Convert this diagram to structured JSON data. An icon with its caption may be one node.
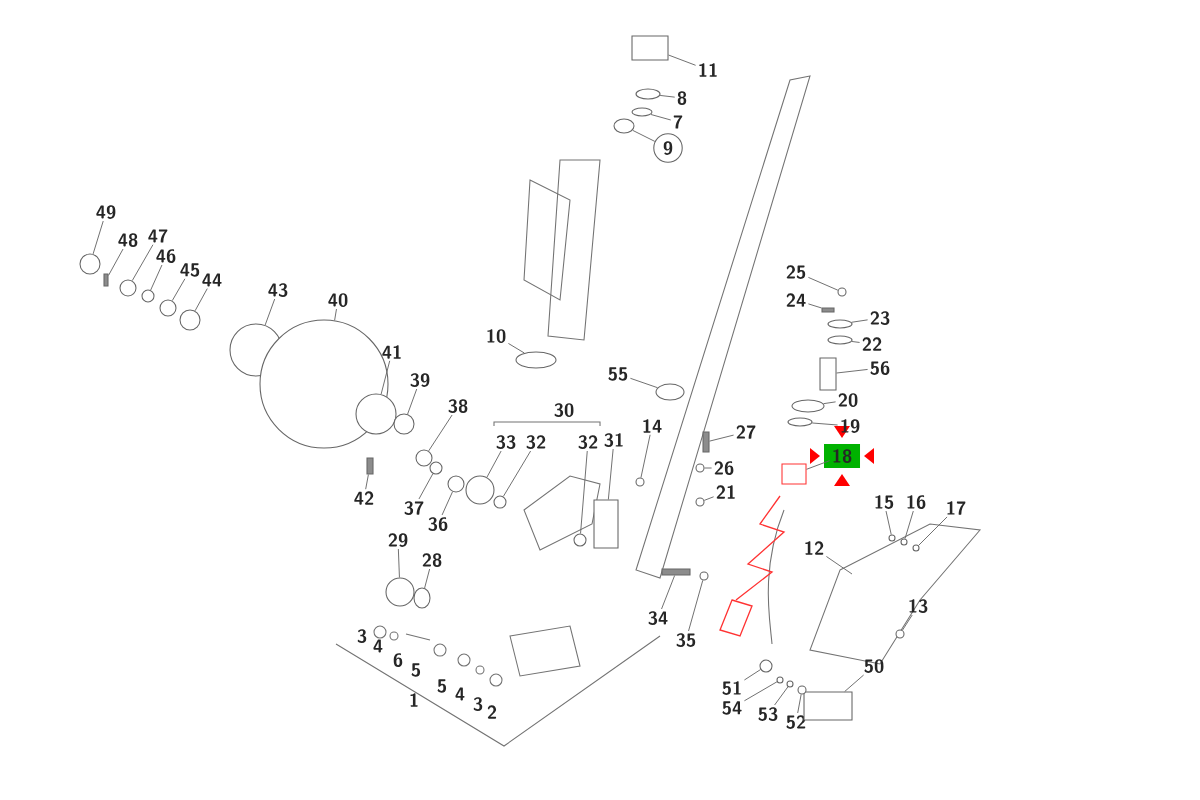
{
  "diagram": {
    "nodes": [
      {
        "text": [
          "11"
        ]
      },
      {
        "text": [
          "8"
        ]
      },
      {
        "text": [
          "7"
        ]
      },
      {
        "text": [
          "9"
        ]
      },
      {
        "text": [
          "49"
        ]
      },
      {
        "text": [
          "48"
        ]
      },
      {
        "text": [
          "47"
        ]
      },
      {
        "text": [
          "46"
        ]
      },
      {
        "text": [
          "45"
        ]
      },
      {
        "text": [
          "44"
        ]
      },
      {
        "text": [
          "43"
        ]
      },
      {
        "text": [
          "40"
        ]
      },
      {
        "text": [
          "10"
        ]
      },
      {
        "text": [
          "41"
        ]
      },
      {
        "text": [
          "39"
        ]
      },
      {
        "text": [
          "25"
        ]
      },
      {
        "text": [
          "24"
        ]
      },
      {
        "text": [
          "23"
        ]
      },
      {
        "text": [
          "22"
        ]
      },
      {
        "text": [
          "56"
        ]
      },
      {
        "text": [
          "55"
        ]
      },
      {
        "text": [
          "20"
        ]
      },
      {
        "text": [
          "38"
        ]
      },
      {
        "text": [
          "19"
        ]
      },
      {
        "text": [
          "27"
        ]
      },
      {
        "text": [
          "14"
        ]
      },
      {
        "text": [
          "33"
        ]
      },
      {
        "text": [
          "32"
        ]
      },
      {
        "text": [
          "32"
        ]
      },
      {
        "text": [
          "31"
        ]
      },
      {
        "text": [
          "18"
        ]
      },
      {
        "text": [
          "26"
        ]
      },
      {
        "text": [
          "21"
        ]
      },
      {
        "text": [
          "42"
        ]
      },
      {
        "text": [
          "37"
        ]
      },
      {
        "text": [
          "36"
        ]
      },
      {
        "text": [
          "29"
        ]
      },
      {
        "text": [
          "28"
        ]
      },
      {
        "text": [
          "15"
        ]
      },
      {
        "text": [
          "16"
        ]
      },
      {
        "text": [
          "17"
        ]
      },
      {
        "text": [
          "12"
        ]
      },
      {
        "text": [
          "13"
        ]
      },
      {
        "text": [
          "34"
        ]
      },
      {
        "text": [
          "35"
        ]
      },
      {
        "text": [
          "50"
        ]
      },
      {
        "text": [
          "51"
        ]
      },
      {
        "text": [
          "54"
        ]
      },
      {
        "text": [
          "53"
        ]
      },
      {
        "text": [
          "52"
        ]
      },
      {
        "text": [],
        "shape": "box"
      },
      {
        "text": [],
        "shape": "circle"
      },
      {
        "text": [],
        "shape": "circle"
      },
      {
        "text": [],
        "shape": "circle"
      },
      {
        "text": [],
        "shape": "circle"
      },
      {
        "text": [],
        "shape": "bar"
      },
      {
        "text": [],
        "shape": "circle"
      },
      {
        "text": [],
        "shape": "circle"
      },
      {
        "text": [],
        "shape": "circle"
      },
      {
        "text": [],
        "shape": "circle"
      },
      {
        "text": [],
        "shape": "circle"
      },
      {
        "text": [],
        "shape": "circle"
      },
      {
        "text": [],
        "shape": "circle"
      },
      {
        "text": [],
        "shape": "circle"
      },
      {
        "text": [],
        "shape": "circle"
      },
      {
        "text": [],
        "shape": "circle"
      },
      {
        "text": [],
        "shape": "bar"
      },
      {
        "text": [],
        "shape": "circle"
      },
      {
        "text": [],
        "shape": "circle"
      },
      {
        "text": [],
        "shape": "box"
      },
      {
        "text": [],
        "shape": "circle"
      },
      {
        "text": [],
        "shape": "circle"
      },
      {
        "text": [],
        "shape": "circle"
      },
      {
        "text": [],
        "shape": "circle"
      },
      {
        "text": [],
        "shape": "bar"
      },
      {
        "text": [],
        "shape": "circle"
      },
      {
        "text": [],
        "shape": "circle"
      },
      {
        "text": [],
        "shape": "circle"
      },
      {
        "text": [],
        "shape": "circle"
      },
      {
        "text": [],
        "shape": "box"
      },
      {
        "text": [],
        "shape": "box"
      },
      {
        "text": [],
        "shape": "circle"
      },
      {
        "text": [],
        "shape": "circle"
      },
      {
        "text": [],
        "shape": "bar"
      },
      {
        "text": [],
        "shape": "circle"
      },
      {
        "text": [],
        "shape": "circle"
      },
      {
        "text": [],
        "shape": "circle"
      },
      {
        "text": [],
        "shape": "circle"
      },
      {
        "text": [],
        "shape": "circle"
      },
      {
        "text": [],
        "shape": "circle"
      },
      {
        "text": [],
        "shape": "circle"
      },
      {
        "text": [],
        "shape": "circle"
      },
      {
        "text": [],
        "shape": "bar"
      },
      {
        "text": [],
        "shape": "circle"
      },
      {
        "text": [],
        "shape": "box"
      },
      {
        "text": [],
        "shape": "circle"
      },
      {
        "text": [],
        "shape": "circle"
      },
      {
        "text": [],
        "shape": "circle"
      },
      {
        "text": [],
        "shape": "circle"
      }
    ],
    "edges": [
      {
        "from": 0,
        "to": 50,
        "arrow": "none"
      },
      {
        "from": 1,
        "to": 51,
        "arrow": "none"
      },
      {
        "from": 2,
        "to": 52,
        "arrow": "none"
      },
      {
        "from": 3,
        "to": 53,
        "arrow": "none"
      },
      {
        "from": 4,
        "to": 54,
        "arrow": "none"
      },
      {
        "from": 5,
        "to": 55,
        "arrow": "none"
      },
      {
        "from": 6,
        "to": 56,
        "arrow": "none"
      },
      {
        "from": 7,
        "to": 57,
        "arrow": "none"
      },
      {
        "from": 8,
        "to": 58,
        "arrow": "none"
      },
      {
        "from": 9,
        "to": 59,
        "arrow": "none"
      },
      {
        "from": 10,
        "to": 60,
        "arrow": "none"
      },
      {
        "from": 11,
        "to": 61,
        "arrow": "none"
      },
      {
        "from": 12,
        "to": 62,
        "arrow": "none"
      },
      {
        "from": 13,
        "to": 63,
        "arrow": "none"
      },
      {
        "from": 14,
        "to": 64,
        "arrow": "none"
      },
      {
        "from": 15,
        "to": 65,
        "arrow": "none"
      },
      {
        "from": 16,
        "to": 66,
        "arrow": "none"
      },
      {
        "from": 17,
        "to": 67,
        "arrow": "none"
      },
      {
        "from": 18,
        "to": 68,
        "arrow": "none"
      },
      {
        "from": 19,
        "to": 69,
        "arrow": "none"
      },
      {
        "from": 20,
        "to": 70,
        "arrow": "none"
      },
      {
        "from": 21,
        "to": 71,
        "arrow": "none"
      },
      {
        "from": 22,
        "to": 72,
        "arrow": "none"
      },
      {
        "from": 23,
        "to": 73,
        "arrow": "none"
      },
      {
        "from": 24,
        "to": 74,
        "arrow": "none"
      },
      {
        "from": 25,
        "to": 75,
        "arrow": "none"
      },
      {
        "from": 26,
        "to": 76,
        "arrow": "none"
      },
      {
        "from": 27,
        "to": 77,
        "arrow": "none"
      },
      {
        "from": 28,
        "to": 78,
        "arrow": "none"
      },
      {
        "from": 29,
        "to": 79,
        "arrow": "none"
      },
      {
        "from": 30,
        "to": 80,
        "arrow": "none"
      },
      {
        "from": 31,
        "to": 81,
        "arrow": "none"
      },
      {
        "from": 32,
        "to": 82,
        "arrow": "none"
      },
      {
        "from": 33,
        "to": 83,
        "arrow": "none"
      },
      {
        "from": 34,
        "to": 84,
        "arrow": "none"
      },
      {
        "from": 35,
        "to": 85,
        "arrow": "none"
      },
      {
        "from": 36,
        "to": 86,
        "arrow": "none"
      },
      {
        "from": 37,
        "to": 87,
        "arrow": "none"
      },
      {
        "from": 38,
        "to": 88,
        "arrow": "none"
      },
      {
        "from": 39,
        "to": 89,
        "arrow": "none"
      },
      {
        "from": 40,
        "to": 90,
        "arrow": "none"
      },
      {
        "from": 41,
        "to": null,
        "arrow": "none"
      },
      {
        "from": 42,
        "to": 91,
        "arrow": "none"
      },
      {
        "from": 43,
        "to": 92,
        "arrow": "none"
      },
      {
        "from": 44,
        "to": 93,
        "arrow": "none"
      },
      {
        "from": 45,
        "to": 94,
        "arrow": "none"
      },
      {
        "from": 46,
        "to": 95,
        "arrow": "none"
      },
      {
        "from": 47,
        "to": 96,
        "arrow": "none"
      },
      {
        "from": 48,
        "to": 97,
        "arrow": "none"
      },
      {
        "from": 49,
        "to": 98,
        "arrow": "none"
      }
    ],
    "labels": [
      "30",
      "3",
      "4",
      "6",
      "5",
      "5",
      "4",
      "3",
      "2",
      "1"
    ]
  }
}
